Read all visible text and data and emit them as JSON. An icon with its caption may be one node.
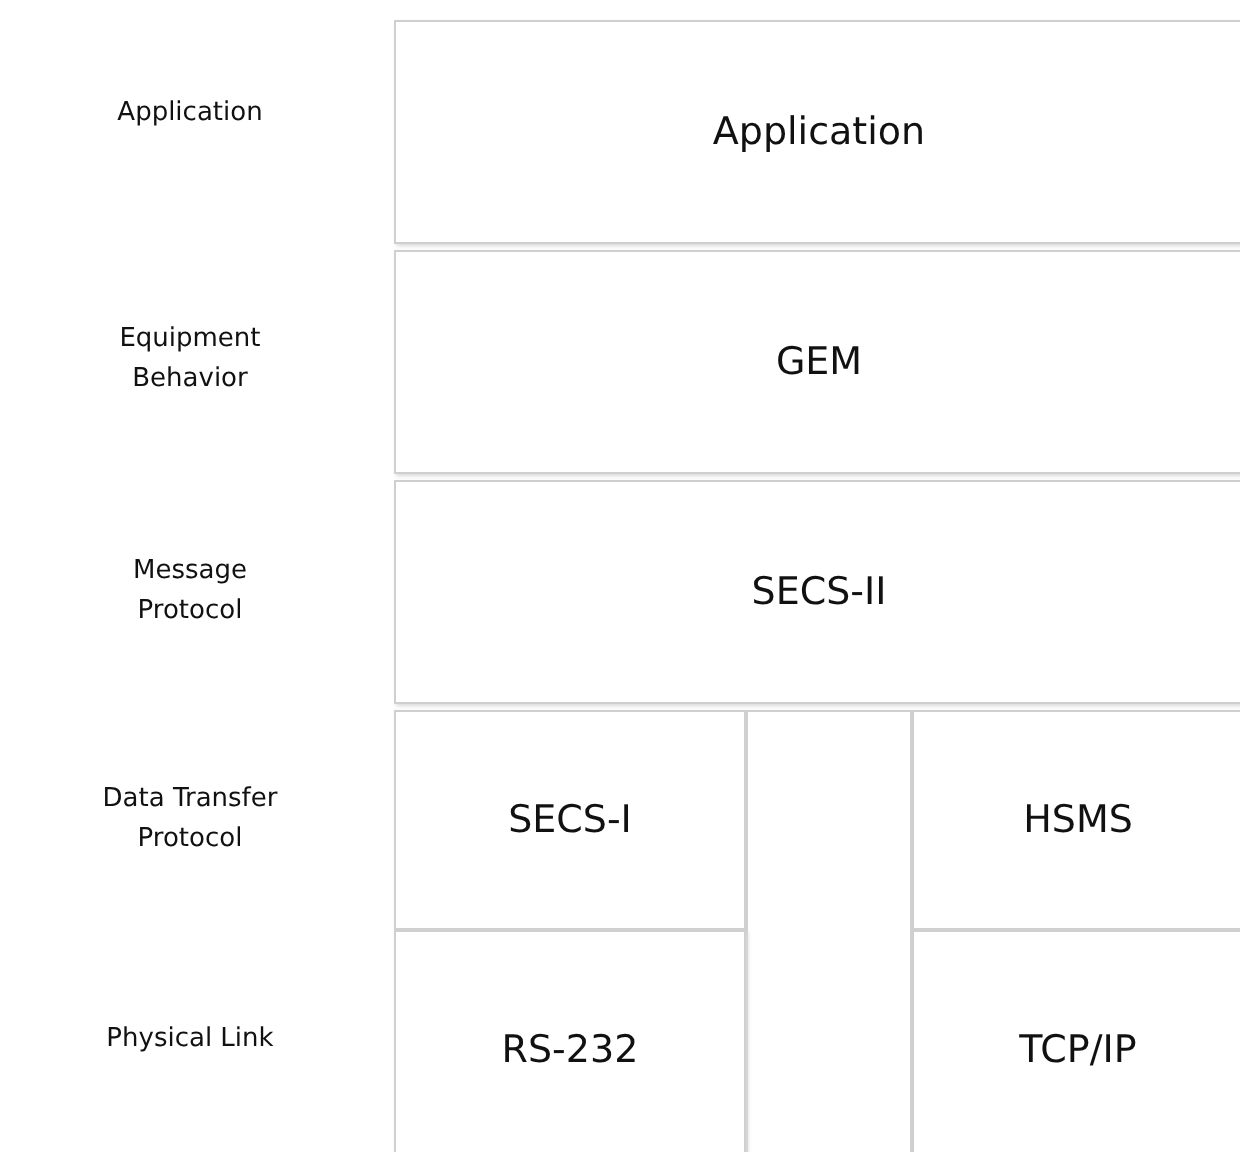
{
  "diagram": {
    "nodes": [
      {
        "text": [
          "Application"
        ]
      },
      {
        "text": [
          "GEM"
        ]
      },
      {
        "text": [
          "SECS-II"
        ]
      },
      {
        "text": [
          "SECS-I"
        ]
      },
      {
        "text": [],
        "shape": "box"
      },
      {
        "text": [
          "HSMS"
        ]
      },
      {
        "text": [
          "RS-232"
        ]
      },
      {
        "text": [
          "TCP/IP"
        ]
      }
    ],
    "edges": [],
    "labels": [
      "Application",
      "Equipment Behavior",
      "Message Protocol",
      "Data Transfer Protocol",
      "Physical Link"
    ]
  }
}
